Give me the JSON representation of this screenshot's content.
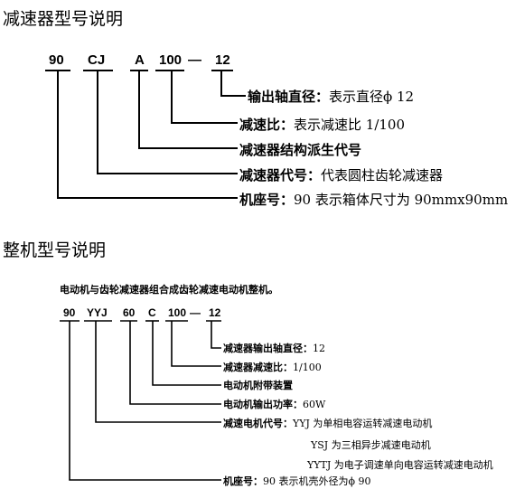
{
  "reducer": {
    "title": "减速器型号说明",
    "codes": [
      "90",
      "CJ",
      "A",
      "100",
      "—",
      "12"
    ],
    "items": [
      {
        "key": "输出轴直径：",
        "value": "表示直径ϕ 12"
      },
      {
        "key": "减速比：",
        "value": "表示减速比 1/100"
      },
      {
        "key": "减速器结构派生代号",
        "value": ""
      },
      {
        "key": "减速器代号：",
        "value": "代表圆柱齿轮减速器"
      },
      {
        "key": "机座号：",
        "value": "90 表示箱体尺寸为 90mmx90mm"
      }
    ]
  },
  "machine": {
    "title": "整机型号说明",
    "intro": "电动机与齿轮减速器组合成齿轮减速电动机整机。",
    "codes": [
      "90",
      "YYJ",
      "60",
      "C",
      "100",
      "—",
      "12"
    ],
    "items": [
      {
        "key": "减速器输出轴直径：",
        "value": "12"
      },
      {
        "key": "减速器减速比：",
        "value": "1/100"
      },
      {
        "key": "电动机附带装置",
        "value": ""
      },
      {
        "key": "电动机输出功率：",
        "value": "60W"
      },
      {
        "key": "减速电机代号：",
        "value": "YYJ 为单相电容运转减速电动机"
      },
      {
        "key": "机座号：",
        "value": "90 表示机壳外径为ϕ 90"
      }
    ],
    "extra_lines": [
      "YSJ 为三相异步减速电动机",
      "YYTJ 为电子调速单向电容运转减速电动机"
    ]
  }
}
